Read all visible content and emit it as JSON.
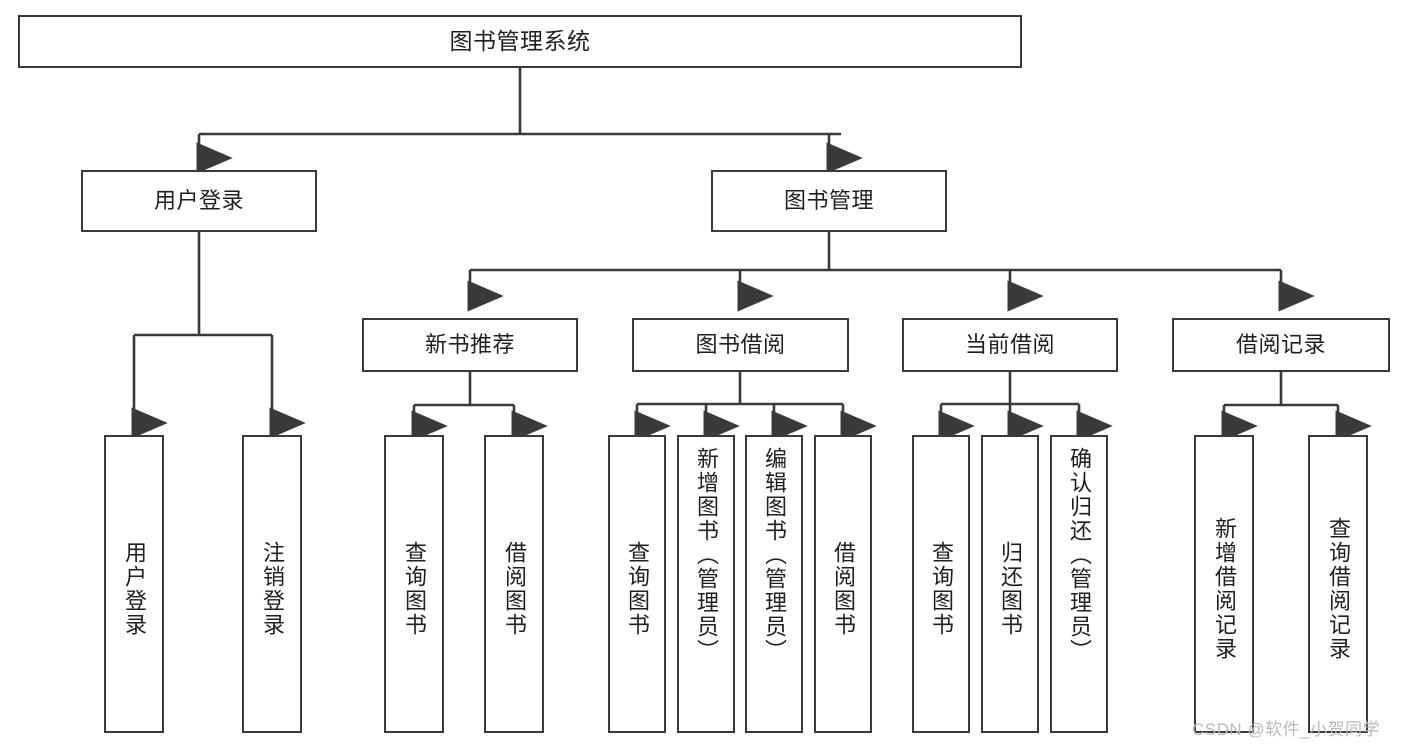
{
  "diagram": {
    "type": "tree-hierarchy",
    "title": "图书管理系统",
    "watermark": "CSDN @软件_小贺同学",
    "colors": {
      "box_border": "#3a3a3a",
      "box_fill": "#ffffff",
      "edge": "#3a3a3a",
      "text": "#1f1f1f",
      "watermark": "#b9b9b9",
      "background": "#ffffff"
    },
    "nodes": {
      "root": {
        "label": "图书管理系统"
      },
      "level2": [
        {
          "id": "user-login",
          "label": "用户登录"
        },
        {
          "id": "book-manage",
          "label": "图书管理"
        }
      ],
      "level3": [
        {
          "id": "new-book-recommend",
          "label": "新书推荐"
        },
        {
          "id": "book-borrow",
          "label": "图书借阅"
        },
        {
          "id": "current-borrow",
          "label": "当前借阅"
        },
        {
          "id": "borrow-record",
          "label": "借阅记录"
        }
      ],
      "leaves": {
        "user-login": [
          {
            "id": "leaf-user-login",
            "label": "用户登录"
          },
          {
            "id": "leaf-logout",
            "label": "注销登录"
          }
        ],
        "new-book-recommend": [
          {
            "id": "leaf-query-book-1",
            "label": "查询图书"
          },
          {
            "id": "leaf-borrow-book-1",
            "label": "借阅图书"
          }
        ],
        "book-borrow": [
          {
            "id": "leaf-query-book-2",
            "label": "查询图书"
          },
          {
            "id": "leaf-add-book",
            "label": "新增图书（管理员）"
          },
          {
            "id": "leaf-edit-book",
            "label": "编辑图书（管理员）"
          },
          {
            "id": "leaf-borrow-book-2",
            "label": "借阅图书"
          }
        ],
        "current-borrow": [
          {
            "id": "leaf-query-book-3",
            "label": "查询图书"
          },
          {
            "id": "leaf-return-book",
            "label": "归还图书"
          },
          {
            "id": "leaf-confirm-return",
            "label": "确认归还（管理员）"
          }
        ],
        "borrow-record": [
          {
            "id": "leaf-add-record",
            "label": "新增借阅记录"
          },
          {
            "id": "leaf-query-record",
            "label": "查询借阅记录"
          }
        ]
      }
    }
  }
}
